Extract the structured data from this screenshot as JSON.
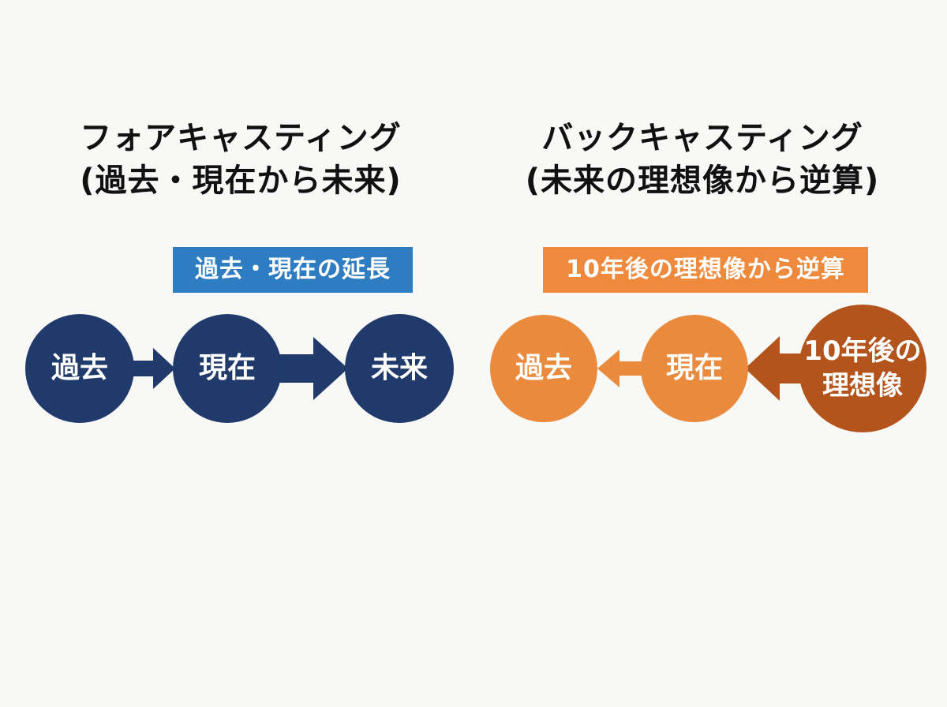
{
  "colors": {
    "navy": "#1f3a6b",
    "blue_label": "#2e7cc1",
    "orange": "#ea8a3c",
    "orange_label": "#ef8a3d",
    "brown": "#b4541d",
    "background": "#f8f8f7"
  },
  "forecasting": {
    "title_line1": "フォアキャスティング",
    "title_line2": "(過去・現在から未来)",
    "label": "過去・現在の延長",
    "nodes": {
      "past": "過去",
      "present": "現在",
      "future": "未来"
    },
    "arrow_direction": "right"
  },
  "backcasting": {
    "title_line1": "バックキャスティング",
    "title_line2": "(未来の理想像から逆算)",
    "label": "10年後の理想像から逆算",
    "nodes": {
      "past": "過去",
      "present": "現在",
      "ideal_line1": "10年後の",
      "ideal_line2": "理想像"
    },
    "arrow_direction": "left"
  }
}
